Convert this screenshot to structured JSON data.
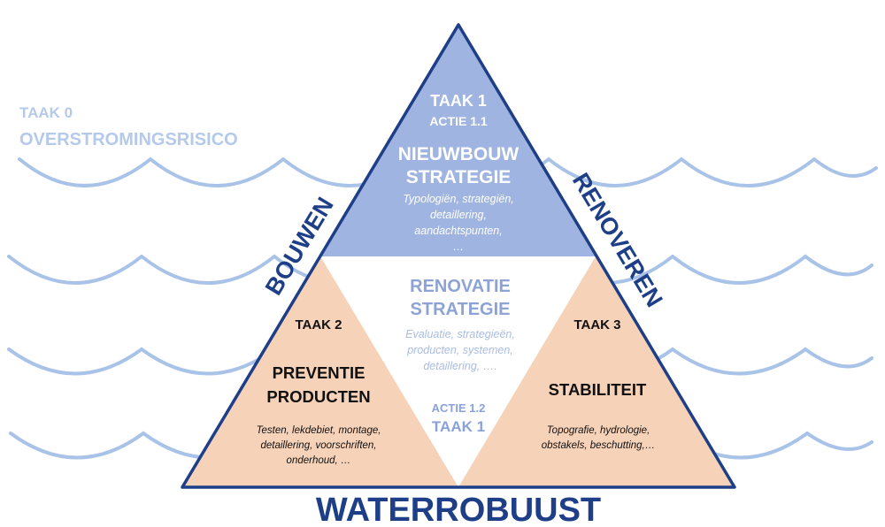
{
  "colors": {
    "wave": "#a9c3e8",
    "task0_text": "#b5c9ea",
    "top_triangle_fill": "#9fb4e0",
    "side_triangle_fill": "#f6d2b8",
    "outline": "#1e3f87",
    "dark_text": "#111111",
    "white_text": "#ffffff",
    "center_heading": "#8da3d6",
    "center_detail": "#a9bce4",
    "task1_bottom": "#8aa2d8",
    "big_word": "#1e3f87"
  },
  "task0": {
    "label": "TAAK 0",
    "title": "OVERSTROMINGSRISICO"
  },
  "top": {
    "task": "TAAK 1",
    "action": "ACTIE 1.1",
    "heading_line1": "NIEUWBOUW",
    "heading_line2": "STRATEGIE",
    "detail_line1": "Typologiën, strategiën,",
    "detail_line2": "detaillering,",
    "detail_line3": "aandachtspunten,",
    "detail_line4": "…"
  },
  "center": {
    "heading_line1": "RENOVATIE",
    "heading_line2": "STRATEGIE",
    "detail_line1": "Evaluatie, strategieën,",
    "detail_line2": "producten, systemen,",
    "detail_line3": "detaillering, ….",
    "action": "ACTIE 1.2",
    "task": "TAAK 1"
  },
  "left": {
    "task": "TAAK 2",
    "heading_line1": "PREVENTIE",
    "heading_line2": "PRODUCTEN",
    "detail_line1": "Testen, lekdebiet, montage,",
    "detail_line2": "detaillering, voorschriften,",
    "detail_line3": "onderhoud, …"
  },
  "right": {
    "task": "TAAK 3",
    "heading": "STABILITEIT",
    "detail_line1": "Topografie, hydrologie,",
    "detail_line2": "obstakels, beschutting,…"
  },
  "edges": {
    "left": "BOUWEN",
    "right": "RENOVEREN",
    "bottom": "WATERROBUUST"
  }
}
